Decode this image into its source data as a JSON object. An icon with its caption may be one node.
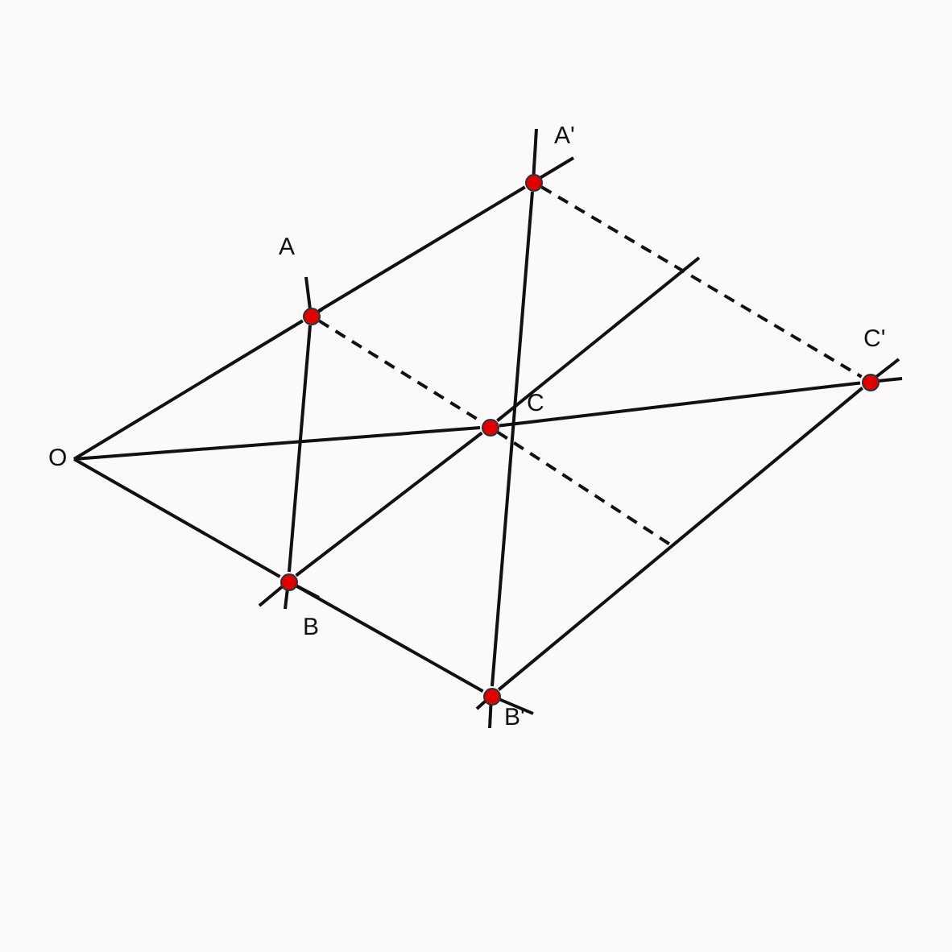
{
  "diagram": {
    "nodes": [
      {
        "text": [
          "O"
        ]
      },
      {
        "text": [],
        "shape": "circle",
        "beside": [
          "A"
        ]
      },
      {
        "text": [],
        "shape": "circle",
        "beside": [
          "A'"
        ]
      },
      {
        "text": [],
        "shape": "circle",
        "beside": [
          "B"
        ]
      },
      {
        "text": [],
        "shape": "circle",
        "beside": [
          "B'"
        ]
      },
      {
        "text": [],
        "shape": "circle",
        "beside": [
          "C"
        ]
      },
      {
        "text": [],
        "shape": "circle",
        "beside": [
          "C'"
        ]
      }
    ],
    "edges": [
      {
        "from": 0,
        "to": 1,
        "arrow": "none"
      },
      {
        "from": 1,
        "to": 2,
        "arrow": "none"
      },
      {
        "from": 0,
        "to": 3,
        "arrow": "none"
      },
      {
        "from": 3,
        "to": 4,
        "arrow": "none"
      },
      {
        "from": 0,
        "to": 5,
        "arrow": "none"
      },
      {
        "from": 5,
        "to": 6,
        "arrow": "none"
      },
      {
        "from": 1,
        "to": 3,
        "arrow": "none"
      },
      {
        "from": 2,
        "to": 4,
        "arrow": "none"
      },
      {
        "from": 3,
        "to": 5,
        "arrow": "none"
      },
      {
        "from": 5,
        "to": null,
        "arrow": "none"
      },
      {
        "from": 4,
        "to": 6,
        "arrow": "none"
      },
      {
        "from": 1,
        "to": 5,
        "arrow": "none",
        "style": "dashed"
      },
      {
        "from": 5,
        "to": null,
        "arrow": "none",
        "style": "dashed"
      },
      {
        "from": 2,
        "to": 6,
        "arrow": "none",
        "style": "dashed"
      }
    ]
  }
}
